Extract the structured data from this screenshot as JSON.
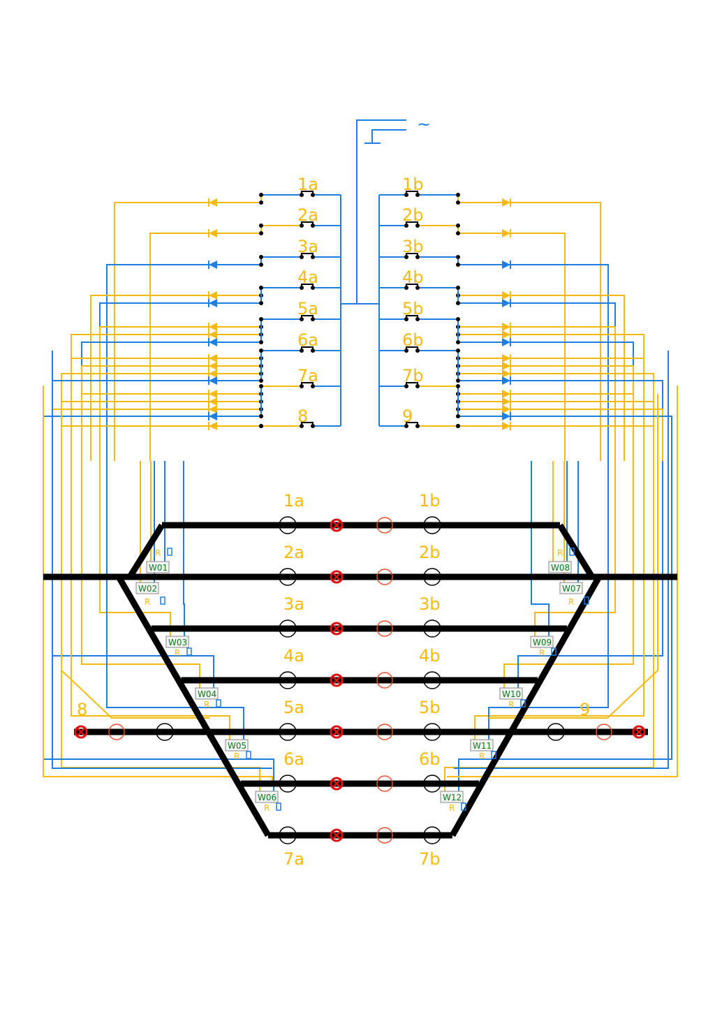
{
  "colors": {
    "yellow": "#f5b90f",
    "blue": "#1e7fe0",
    "track": "#000000",
    "red": "#e01010",
    "orange": "#e8502a",
    "switch_text": "#0a7a1a"
  },
  "power_symbol": "~",
  "panel": {
    "left_buttons": [
      "1a",
      "2a",
      "3a",
      "4a",
      "5a",
      "6a",
      "7a",
      "8"
    ],
    "right_buttons": [
      "1b",
      "2b",
      "3b",
      "4b",
      "5b",
      "6b",
      "7b",
      "9"
    ]
  },
  "tracks": {
    "left_labels": [
      "1a",
      "2a",
      "3a",
      "4a",
      "5a",
      "6a",
      "7a"
    ],
    "right_labels": [
      "1b",
      "2b",
      "3b",
      "4b",
      "5b",
      "6b",
      "7b"
    ],
    "extra_left": "8",
    "extra_right": "9"
  },
  "switches": {
    "left": [
      "W01",
      "W02",
      "W03",
      "W04",
      "W05",
      "W06"
    ],
    "right": [
      "W08",
      "W07",
      "W09",
      "W10",
      "W11",
      "W12"
    ],
    "r_label": "R"
  }
}
